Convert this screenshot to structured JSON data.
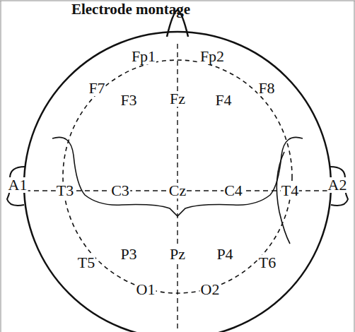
{
  "diagram": {
    "title": "Electrode montage",
    "labels": [
      "Fp1",
      "Fp2",
      "F7",
      "F3",
      "Fz",
      "F4",
      "F8",
      "A1",
      "T3",
      "C3",
      "Cz",
      "C4",
      "T4",
      "A2",
      "T5",
      "P3",
      "Pz",
      "P4",
      "T6",
      "O1",
      "O2"
    ]
  }
}
